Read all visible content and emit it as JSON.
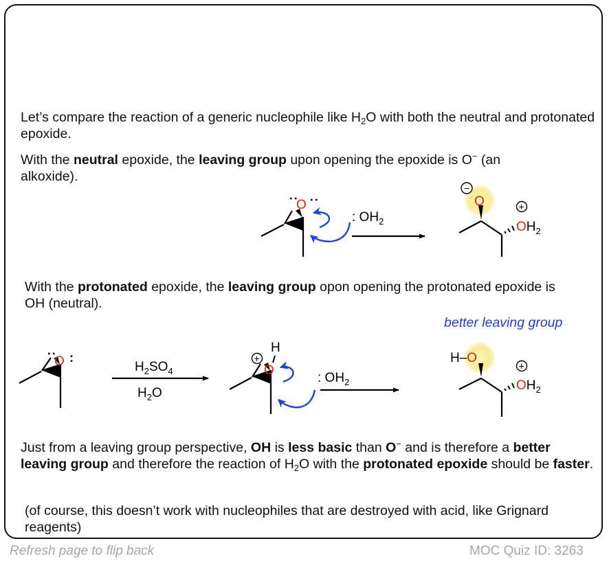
{
  "para1": {
    "before": "Let’s compare the reaction of a generic nucleophile like H",
    "sub": "2",
    "after": "O with both the neutral and protonated epoxide."
  },
  "para2": {
    "t1": "With the ",
    "b1": "neutral",
    "t2": " epoxide, the ",
    "b2": "leaving group",
    "t3": " upon opening the epoxide is O",
    "sup": "−",
    "t4": " (an alkoxide)."
  },
  "para3": {
    "t1": "With the ",
    "b1": "protonated",
    "t2": " epoxide, the ",
    "b2": "leaving group",
    "t3": " opon opening the protonated epoxide is OH (neutral)."
  },
  "para4": {
    "t1": "Just from a leaving group perspective, ",
    "b1": "OH",
    "t2": " is ",
    "b2": "less basic",
    "t3": " than ",
    "b3": "O",
    "sup": "−",
    "t4": " and is therefore a ",
    "b4": "better leaving group",
    "t5": " and therefore the reaction of H",
    "sub": "2",
    "t6": "O with the ",
    "b5": "protonated epoxide",
    "t7": " should be ",
    "b6": "faster",
    "t8": "."
  },
  "para5": "(of course, this doesn’t work with nucleophiles that are destroyed with acid, like Grignard reagents)",
  "scheme": {
    "oxygen": "O",
    "hydrogen": "H",
    "h_dash": "H–",
    "nucleophile": ": OH",
    "sub2": "2",
    "reagent_top_a": "H",
    "reagent_top_b": "SO",
    "reagent_top_sub4": "4",
    "reagent_bottom_a": "H",
    "reagent_bottom_b": "O",
    "plus": "+",
    "minus": "−",
    "oh": "OH",
    "lone_pair": ":",
    "annotation": "better leaving group"
  },
  "footer": {
    "left": "Refresh page to flip back",
    "right": "MOC Quiz ID: 3263"
  },
  "colors": {
    "oxygen": "#e8210f",
    "arrow_blue": "#1f3fe0",
    "highlight": "#f8ee9a",
    "annotation": "#1a3fd6",
    "footer_text": "#a6a6a6"
  }
}
